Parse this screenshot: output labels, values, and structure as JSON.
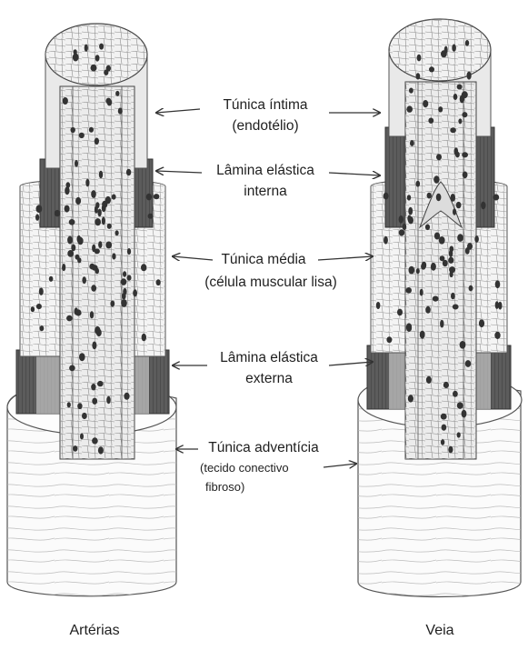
{
  "vessels": [
    {
      "name": "Artérias"
    },
    {
      "name": "Veia"
    }
  ],
  "labels": {
    "tunica_intima": {
      "line1": "Túnica íntima",
      "line2": "(endotélio)"
    },
    "lamina_interna": {
      "line1": "Lâmina elástica",
      "line2": "interna"
    },
    "tunica_media": {
      "line1": "Túnica média",
      "line2": "(célula muscular lisa)"
    },
    "lamina_externa": {
      "line1": "Lâmina elástica",
      "line2": "externa"
    },
    "tunica_adventicia": {
      "line1": "Túnica adventícia",
      "line2": "(tecido conectivo",
      "line3": "fibroso)"
    }
  },
  "colors": {
    "ink": "#2a2a2a",
    "lamina": "#5a5a5a",
    "intima": "#e9e9e9",
    "media": "#f4f4f4",
    "adventitia": "#fbfbfb",
    "nucleus": "#333333"
  }
}
